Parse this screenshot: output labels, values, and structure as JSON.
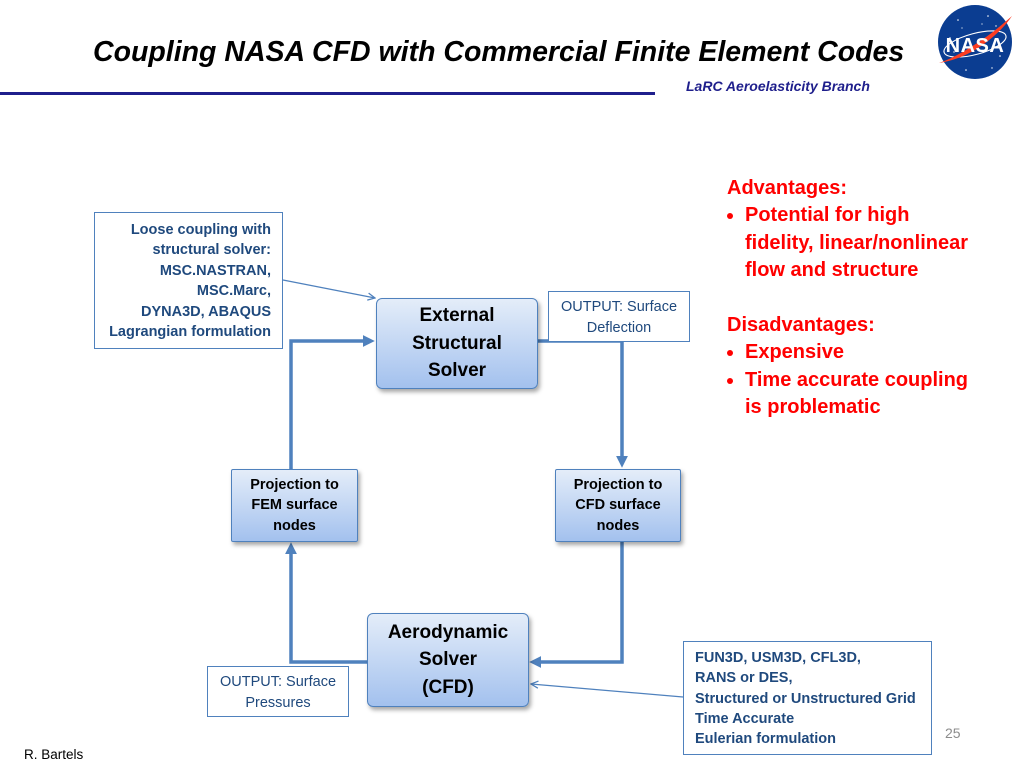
{
  "slide": {
    "title": "Coupling NASA CFD with Commercial Finite Element Codes",
    "branch": "LaRC Aeroelasticity Branch",
    "page_number": "25",
    "author": "R. Bartels"
  },
  "logo": {
    "icon": "nasa-logo",
    "text": "NASA"
  },
  "diagram": {
    "structural_note": [
      "Loose coupling with",
      "structural solver:",
      "MSC.NASTRAN,",
      "MSC.Marc,",
      "DYNA3D, ABAQUS",
      "Lagrangian formulation"
    ],
    "structural_solver": [
      "External",
      "Structural",
      "Solver"
    ],
    "output_deflection": [
      "OUTPUT: Surface",
      "Deflection"
    ],
    "projection_cfd": [
      "Projection to",
      "CFD surface",
      "nodes"
    ],
    "aerodynamic_solver": [
      "Aerodynamic",
      "Solver",
      "(CFD)"
    ],
    "projection_fem": [
      "Projection to",
      "FEM surface",
      "nodes"
    ],
    "output_pressures": [
      "OUTPUT: Surface",
      "Pressures"
    ],
    "cfd_note": [
      "FUN3D, USM3D, CFL3D,",
      "RANS or DES,",
      "Structured or Unstructured Grid",
      "Time Accurate",
      "Eulerian formulation"
    ]
  },
  "pros_cons": {
    "advantages_heading": "Advantages:",
    "advantages": [
      [
        "Potential for high",
        "fidelity, linear/nonlinear",
        "flow and structure"
      ]
    ],
    "disadvantages_heading": "Disadvantages:",
    "disadvantages": [
      [
        "Expensive"
      ],
      [
        "Time accurate coupling",
        "is problematic"
      ]
    ]
  },
  "colors": {
    "title": "#000000",
    "branch": "#1f1f8c",
    "rule": "#1f1f8c",
    "note_text": "#1f497d",
    "box_border": "#4f81bd",
    "arrow": "#4f81bd",
    "solver_fill_top": "#e4edf9",
    "solver_fill_bottom": "#a3c1ee",
    "pros_cons": "#ff0000",
    "page_number": "#8c8c8c",
    "nasa_blue": "#0b3d91",
    "nasa_red": "#fc3d21"
  }
}
